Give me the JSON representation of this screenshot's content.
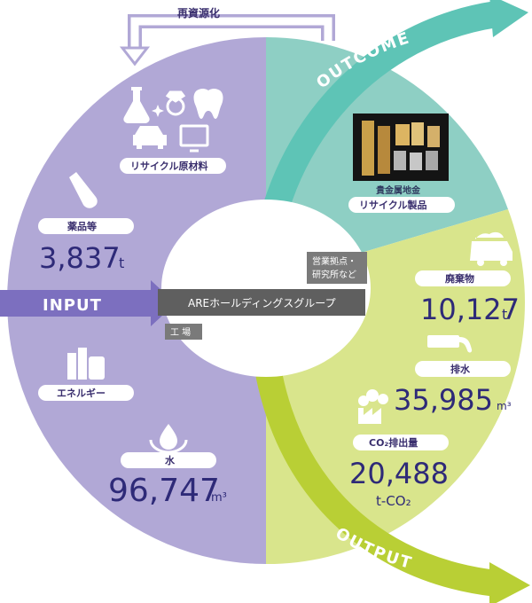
{
  "recycling_label": "再資源化",
  "outcome_label": "OUTCOME",
  "output_label": "OUTPUT",
  "input_label": "INPUT",
  "center_label": "AREホールディングスグループ",
  "factory_label": "工 場",
  "offices_label_1": "営業拠点・",
  "offices_label_2": "研究所など",
  "recycle_materials_label": "リサイクル原材料",
  "chemicals": {
    "label": "薬品等",
    "value": "3,837",
    "unit": "t"
  },
  "energy_label": "エネルギー",
  "water": {
    "label": "水",
    "value": "96,747",
    "unit": "m³"
  },
  "precious_metal_label": "貴金属地金",
  "recycled_products_label": "リサイクル製品",
  "waste": {
    "label": "廃棄物",
    "value": "10,127",
    "unit": "t"
  },
  "wastewater": {
    "label": "排水",
    "value": "35,985",
    "unit": "m³"
  },
  "co2": {
    "label": "CO₂排出量",
    "value": "20,488",
    "unit": "t-CO₂"
  },
  "colors": {
    "input_purple": "#b1a8d6",
    "outcome_teal": "#8ecfc4",
    "output_green": "#d9e58c",
    "arrow_teal": "#5ec4b6",
    "arrow_green": "#b9cf35",
    "input_arrow": "#7c6fbf",
    "center_bar": "#5f5f5f",
    "text_navy": "#2e2a78"
  }
}
